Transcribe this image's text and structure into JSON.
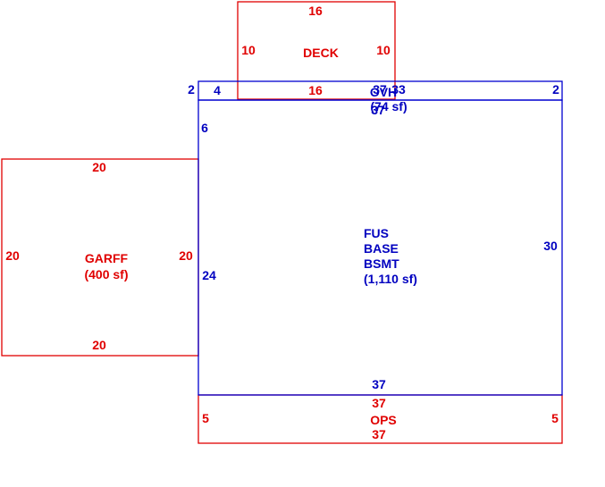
{
  "colors": {
    "red": "#e00000",
    "blue": "#0000c0"
  },
  "areas": {
    "deck": {
      "name": "DECK",
      "top": "16",
      "left": "10",
      "right": "10",
      "bottom": "16"
    },
    "ovh": {
      "name": "OVH",
      "area": "(74 sf)",
      "dim_left_edge": "2",
      "dim_left_top": "4",
      "dim_mid_a": "37",
      "dim_mid_b": "33",
      "dim_mid_c": "37",
      "dim_right": "2"
    },
    "garff": {
      "name": "GARFF",
      "area": "(400 sf)",
      "top": "20",
      "left": "20",
      "right": "20",
      "bottom": "20"
    },
    "main": {
      "line1": "FUS",
      "line2": "BASE",
      "line3": "BSMT",
      "area": "(1,110 sf)",
      "left_upper": "6",
      "left_lower": "24",
      "right": "30",
      "bottom": "37"
    },
    "ops": {
      "name": "OPS",
      "top": "37",
      "left": "5",
      "right": "5",
      "bottom": "37"
    }
  }
}
